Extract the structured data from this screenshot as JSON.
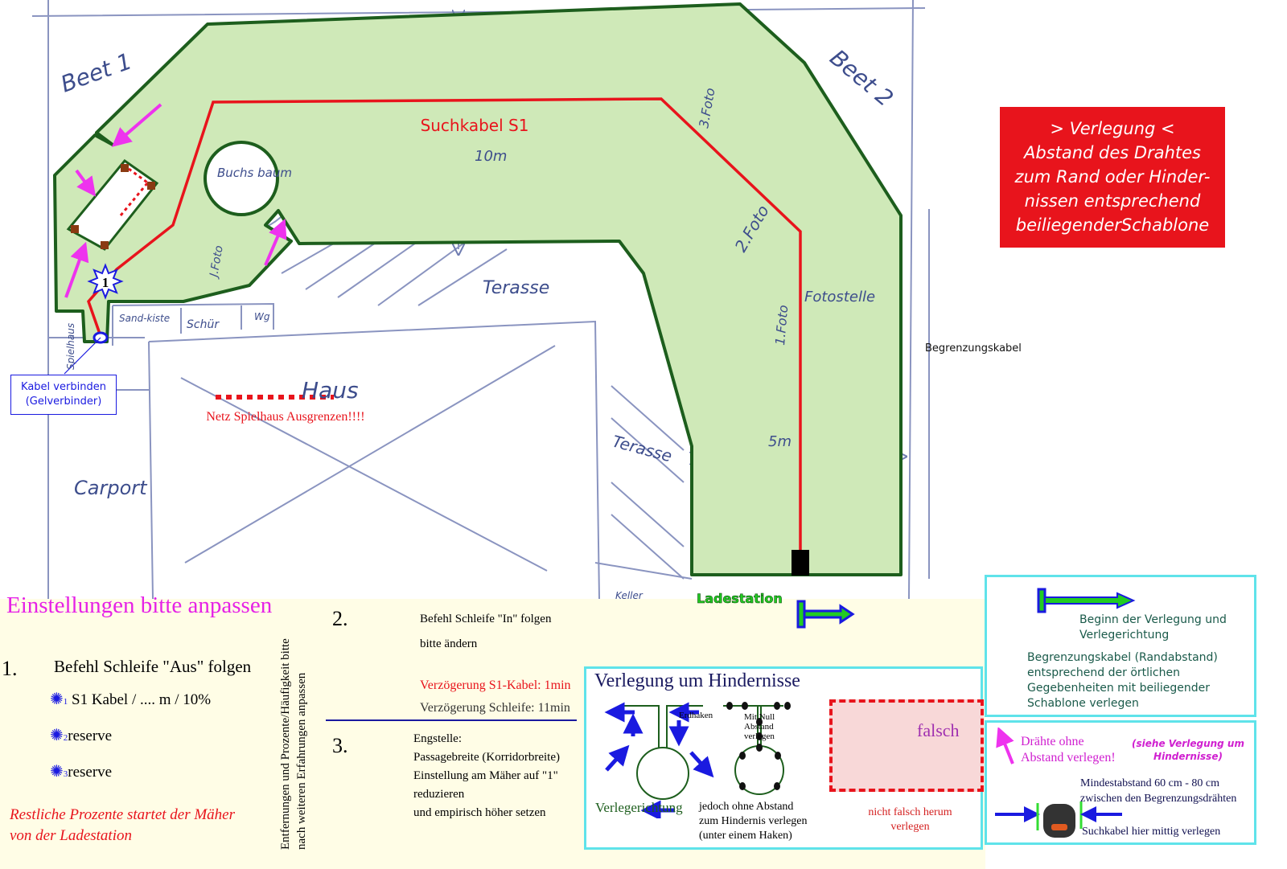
{
  "sketch": {
    "labels": {
      "beet1": "Beet 1",
      "beet2": "Beet 2",
      "buchsbaum": "Buchs baum",
      "suchkabel": "Suchkabel S1",
      "dist10": "10m",
      "dist5": "5m",
      "foto1": "1.Foto",
      "foto2": "2.Foto",
      "foto3": "3.Foto",
      "foto_j": "J.Foto",
      "fotostelle": "Fotostelle",
      "terasse1": "Terasse",
      "terasse2": "Terasse",
      "haus": "Haus",
      "carport": "Carport",
      "sandkiste": "Sand-kiste",
      "schuppen": "Schür",
      "wc": "Wg",
      "spielhaus": "Spielhaus",
      "keller": "Keller",
      "star1": "1",
      "kabel_verbinden": "Kabel verbinden",
      "gelverbinder": "(Gelverbinder)",
      "netz_spielhaus": "Netz Spielhaus Ausgrenzen!!!!",
      "ladestation": "Ladestation",
      "begrenzungskabel": "Begrenzungskabel"
    },
    "colors": {
      "boundary": "#1d5e1d",
      "search": "#e8141c",
      "lawn": "#cfe9b8",
      "pink": "#ee33ee",
      "pencil": "#6e7bb0"
    }
  },
  "notice": {
    "line1": "> Verlegung <",
    "line2": "Abstand des Drahtes",
    "line3": "zum Rand oder Hinder-",
    "line4": "nissen entsprechend",
    "line5": "beiliegenderSchablone"
  },
  "settings": {
    "title": "Einstellungen bitte anpassen",
    "s1": {
      "num": "1.",
      "heading": "Befehl Schleife \"Aus\" folgen",
      "items": [
        {
          "star": "1",
          "text": "S1 Kabel / .... m / 10%"
        },
        {
          "star": "2",
          "text": "reserve"
        },
        {
          "star": "3",
          "text": "reserve"
        }
      ],
      "note_line1": "Restliche Prozente  startet der Mäher",
      "note_line2": "von der Ladestation"
    },
    "vertical_line1": "Entfernungen und Prozente/Häufigkeit bitte",
    "vertical_line2": "nach weiteren Erfahrungen anpassen",
    "s2": {
      "num": "2.",
      "line1": "Befehl Schleife \"In\" folgen",
      "line2": "bitte ändern",
      "delay_s1": "Verzögerung S1-Kabel: 1min",
      "delay_loop": "Verzögerung Schleife: 11min"
    },
    "s3": {
      "num": "3.",
      "lines": [
        "Engstelle:",
        "Passagebreite (Korridorbreite)",
        "Einstellung am Mäher auf \"1\"",
        "reduzieren",
        "und empirisch höher setzen"
      ]
    }
  },
  "obstacles": {
    "title": "Verlegung um Hindernisse",
    "verlegerichtung": "Verlegerichtung",
    "erdhaken": "Erdhaken",
    "mit_null_1": "Mit Null",
    "mit_null_2": "Abstand",
    "mit_null_3": "verlegen",
    "jedoch_1": "jedoch ohne Abstand",
    "jedoch_2": "zum Hindernis verlegen",
    "jedoch_3": "(unter einem Haken)",
    "falsch": "falsch",
    "nicht_1": "nicht falsch herum",
    "nicht_2": "verlegen"
  },
  "legend": {
    "beginn_1": "Beginn der Verlegung und",
    "beginn_2": "Verlegerichtung",
    "begr_1": "Begrenzungskabel (Randabstand)",
    "begr_2": "entsprechend der örtlichen",
    "begr_3": "Gegebenheiten mit beiliegender",
    "begr_4": "Schablone verlegen"
  },
  "corridor": {
    "draehte_1": "Drähte ohne",
    "draehte_2": "Abstand verlegen!",
    "siehe_1": "(siehe Verlegung um",
    "siehe_2": "Hindernisse)",
    "min_1": "Mindestabstand 60 cm - 80 cm",
    "min_2": "zwischen den Begrenzungsdrähten",
    "such": "Suchkabel hier mittig verlegen"
  }
}
